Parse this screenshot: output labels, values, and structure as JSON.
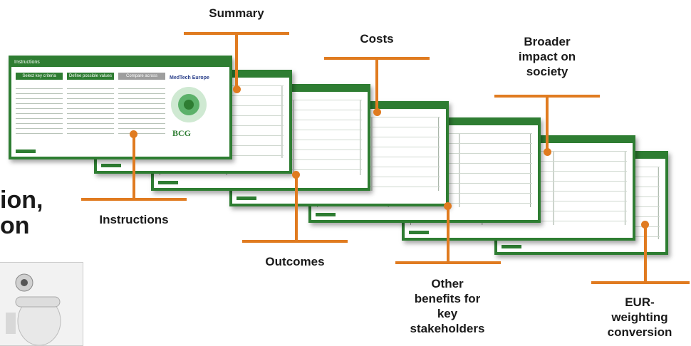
{
  "labels": {
    "summary": "Summary",
    "costs": "Costs",
    "broader_impact": "Broader\nimpact on\nsociety",
    "instructions": "Instructions",
    "outcomes": "Outcomes",
    "other_benefits": "Other\nbenefits for\nkey\nstakeholders",
    "eur_weighting": "EUR-\nweighting\nconversion"
  },
  "partial_text": {
    "line1": "ion,",
    "line2": "on"
  },
  "instructions_sheet": {
    "header": "Instructions",
    "step1": "Select key criteria",
    "step2": "Define possible values",
    "step3": "Compare across strategies",
    "brand1": "MedTech Europe",
    "brand2": "BCG"
  },
  "colors": {
    "accent": "#e07b20",
    "sheet_green": "#2e7d32"
  }
}
